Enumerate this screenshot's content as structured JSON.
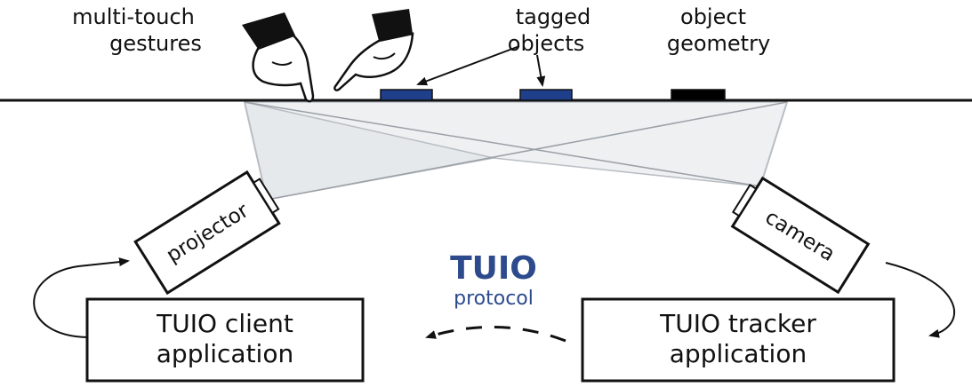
{
  "labels": {
    "multitouch_line1": "multi-touch",
    "multitouch_line2": "gestures",
    "tagged_line1": "tagged",
    "tagged_line2": "objects",
    "geometry_line1": "object",
    "geometry_line2": "geometry"
  },
  "devices": {
    "projector": "projector",
    "camera": "camera"
  },
  "protocol": {
    "title": "TUIO",
    "subtitle": "protocol"
  },
  "client_box": {
    "line1": "TUIO client",
    "line2": "application"
  },
  "tracker_box": {
    "line1": "TUIO tracker",
    "line2": "application"
  },
  "colors": {
    "tag_object": "#1f3f8a",
    "geometry_object": "#000000",
    "protocol_text": "#2c4a8c",
    "projection_fill": "#e6e9ec",
    "projection_line": "#b9bec4",
    "outline": "#111111"
  }
}
